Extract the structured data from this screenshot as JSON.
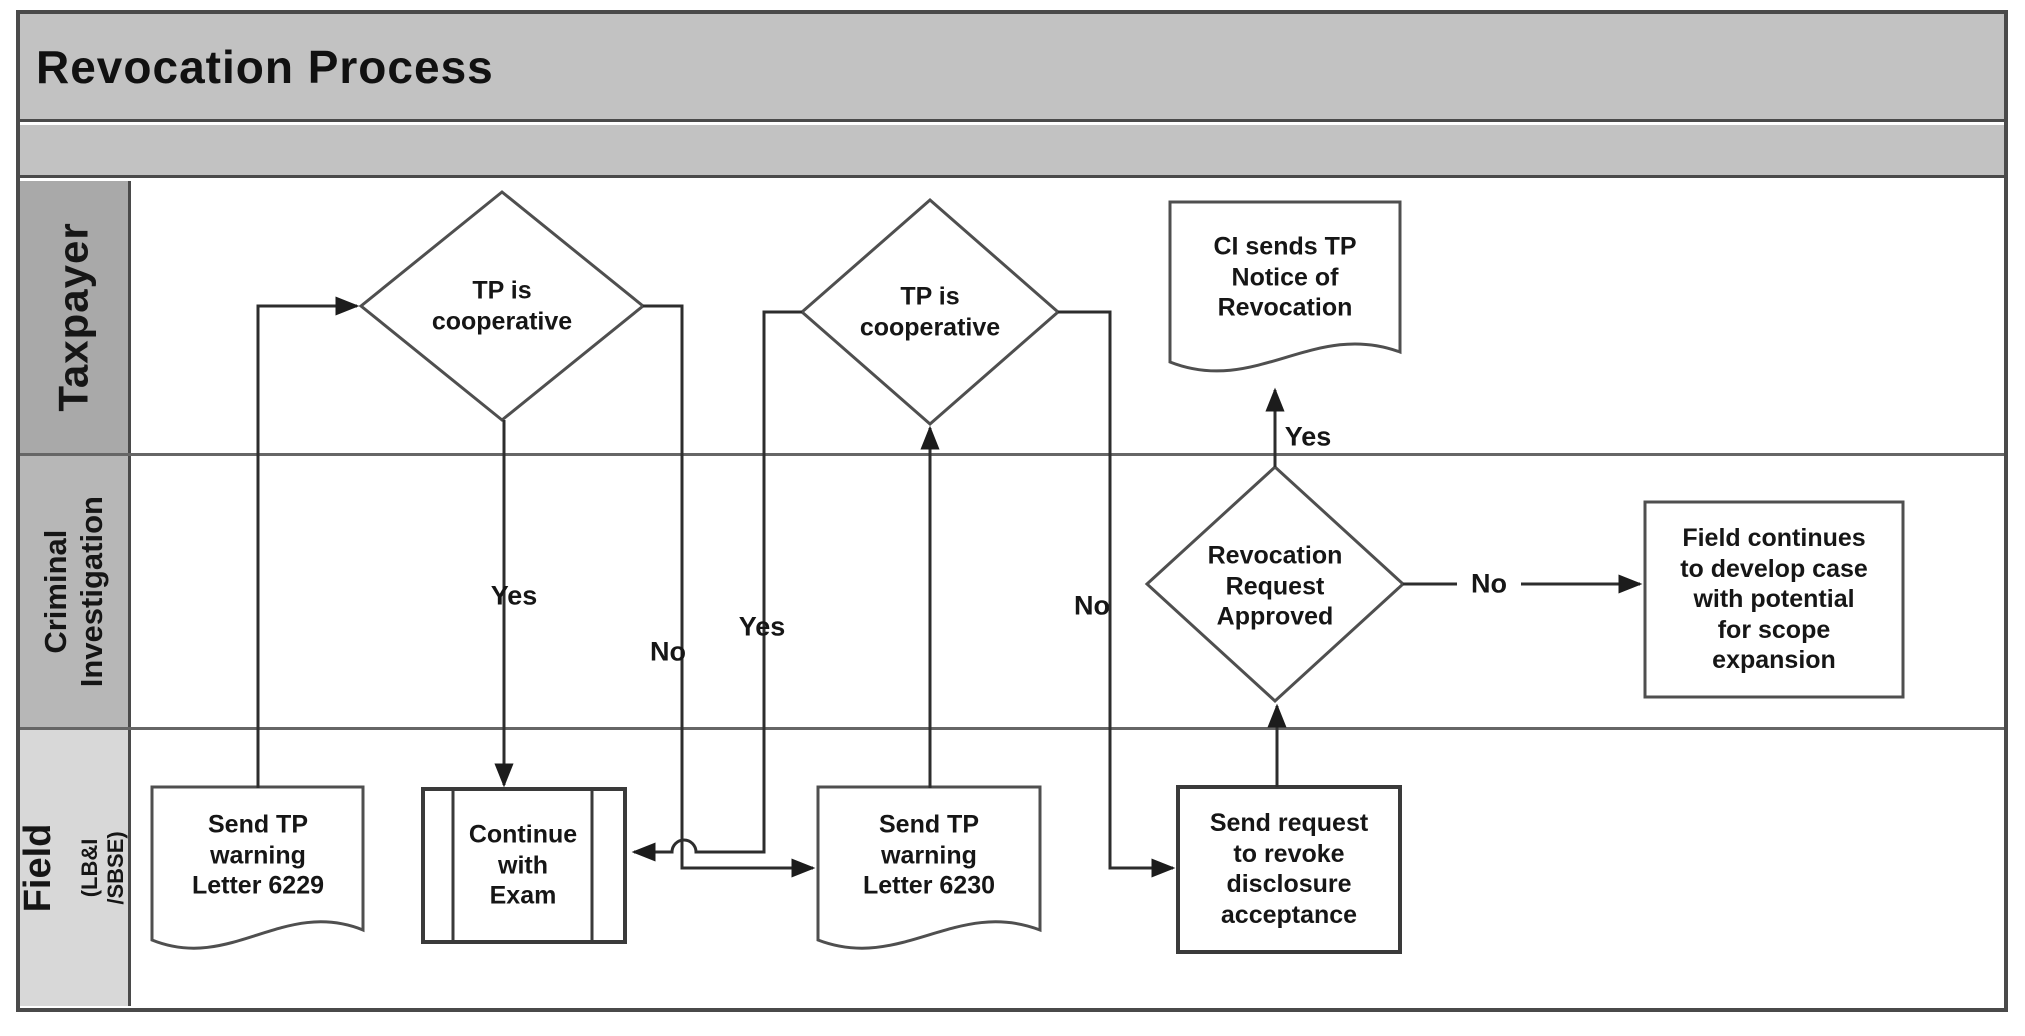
{
  "title": "Revocation Process",
  "lanes": [
    {
      "id": "taxpayer",
      "label": "Taxpayer"
    },
    {
      "id": "criminal-investigation",
      "label": "Criminal\nInvestigation"
    },
    {
      "id": "field",
      "label": "Field",
      "sublabel": "(LB&I /SBSE)"
    }
  ],
  "nodes": {
    "tp_coop_1": {
      "type": "decision",
      "lane": "Taxpayer",
      "label": "TP is\ncooperative"
    },
    "tp_coop_2": {
      "type": "decision",
      "lane": "Taxpayer",
      "label": "TP is\ncooperative"
    },
    "ci_notice": {
      "type": "document",
      "lane": "Taxpayer",
      "label": "CI sends TP\nNotice of\nRevocation"
    },
    "revocation_approved": {
      "type": "decision",
      "lane": "Criminal Investigation",
      "label": "Revocation\nRequest\nApproved"
    },
    "field_continues": {
      "type": "process",
      "lane": "Criminal Investigation",
      "label": "Field continues\nto develop case\nwith potential\nfor scope\nexpansion"
    },
    "letter_6229": {
      "type": "document",
      "lane": "Field",
      "label": "Send TP\nwarning\nLetter 6229"
    },
    "continue_exam": {
      "type": "predefined-process",
      "lane": "Field",
      "label": "Continue\nwith\nExam"
    },
    "letter_6230": {
      "type": "document",
      "lane": "Field",
      "label": "Send TP\nwarning\nLetter 6230"
    },
    "send_request": {
      "type": "process",
      "lane": "Field",
      "label": "Send request\nto revoke\ndisclosure\nacceptance"
    }
  },
  "edges": {
    "d1_yes": "Yes",
    "d1_no": "No",
    "d2_yes": "Yes",
    "d2_no": "No",
    "d3_yes": "Yes",
    "d3_no": "No"
  },
  "colors": {
    "title_bar": "#c2c2c2",
    "lane_taxpayer": "#a9a9a9",
    "lane_criminal_investigation": "#b7b7b7",
    "lane_field": "#d8d8d8",
    "border": "#4a4a4a",
    "connector": "#2d2d2d"
  }
}
